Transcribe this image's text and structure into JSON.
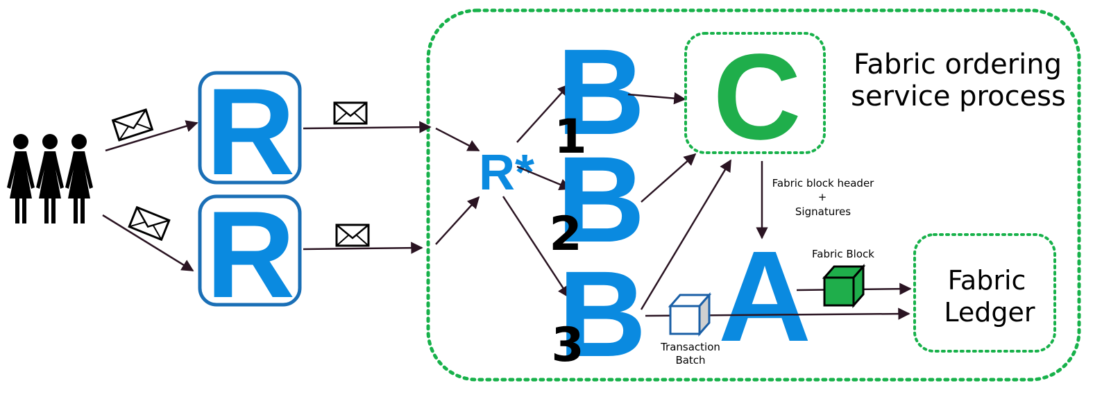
{
  "colors": {
    "blue": "#0a8ae0",
    "dark_blue": "#1a5fa6",
    "green": "#1fae4b",
    "green_dotted": "#17b14a",
    "arrow": "#2a1422",
    "black": "#000000"
  },
  "relays": [
    {
      "letter": "R"
    },
    {
      "letter": "R"
    }
  ],
  "central_relay": {
    "label": "R*"
  },
  "batchers": [
    {
      "letter": "B",
      "number": "1"
    },
    {
      "letter": "B",
      "number": "2"
    },
    {
      "letter": "B",
      "number": "3"
    }
  ],
  "consensus": {
    "letter": "C"
  },
  "assembler": {
    "letter": "A"
  },
  "labels": {
    "service_title_line1": "Fabric ordering",
    "service_title_line2": "service process",
    "header_label_line1": "Fabric block header",
    "header_label_line2": "+",
    "header_label_line3": "Signatures",
    "fabric_block": "Fabric Block",
    "transaction_batch_line1": "Transaction",
    "transaction_batch_line2": "Batch",
    "ledger_line1": "Fabric",
    "ledger_line2": "Ledger"
  },
  "icons": {
    "users": "people-group-icon",
    "message": "envelope-icon",
    "block": "green-cube-icon",
    "batch": "white-cube-icon"
  }
}
